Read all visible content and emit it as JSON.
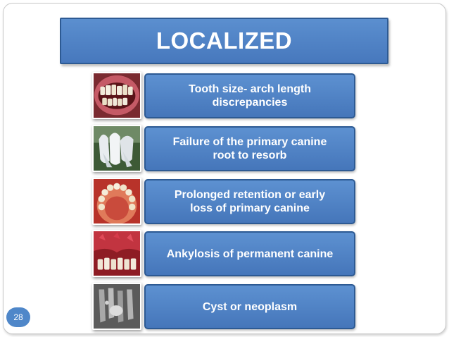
{
  "slide": {
    "title": "LOCALIZED",
    "page_number": "28",
    "items": [
      {
        "label": "Tooth size- arch length\ndiscrepancies",
        "image": "crowded-teeth-photo"
      },
      {
        "label": "Failure of the primary canine\nroot to resorb",
        "image": "tooth-model-photo"
      },
      {
        "label": "Prolonged retention or early\nloss of primary canine",
        "image": "lower-arch-photo"
      },
      {
        "label": "Ankylosis of permanent canine",
        "image": "gum-tissue-photo"
      },
      {
        "label": "Cyst or neoplasm",
        "image": "dental-xray-photo"
      }
    ]
  },
  "colors": {
    "box_fill": "#4f84c6",
    "box_border": "#2d5a93",
    "text": "#ffffff"
  }
}
